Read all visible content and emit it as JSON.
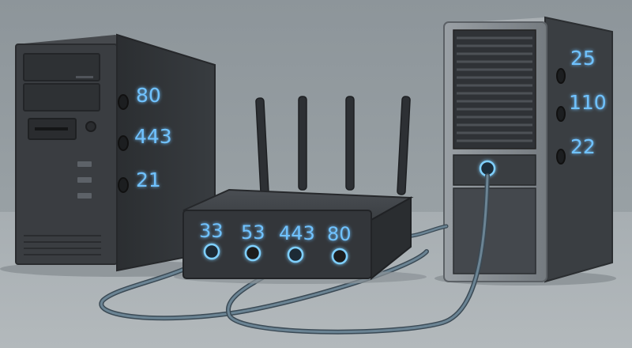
{
  "left_server": {
    "ports": [
      "80",
      "443",
      "21"
    ]
  },
  "router": {
    "ports": [
      "33",
      "53",
      "443",
      "80"
    ]
  },
  "right_server": {
    "ports": [
      "25",
      "110",
      "22"
    ]
  },
  "colors": {
    "background": "#8f979c",
    "floor": "#a4acb0",
    "left_server_body": "#3a3d41",
    "right_server_frame": "#8e9398",
    "router_body": "#33363a",
    "port_glow": "#6fc2ff",
    "cable": "#566d7d"
  }
}
